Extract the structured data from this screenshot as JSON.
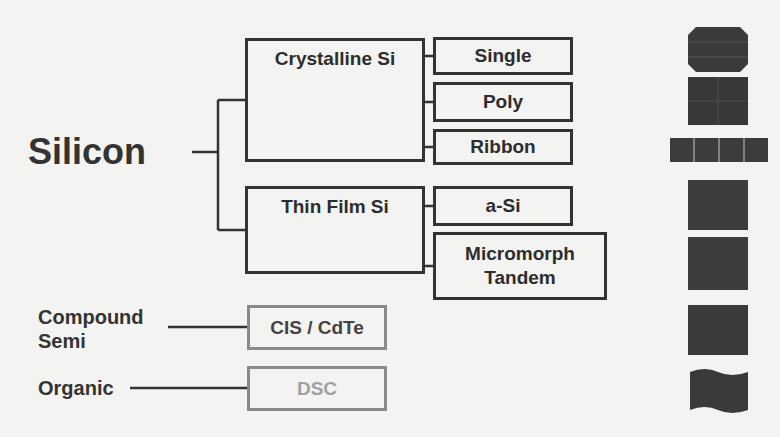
{
  "diagram": {
    "nodes": [
      {
        "text": [
          "Crystalline Si"
        ]
      },
      {
        "text": [
          "Single"
        ]
      },
      {
        "text": [
          "Poly"
        ]
      },
      {
        "text": [
          "Ribbon"
        ]
      },
      {
        "text": [
          "Thin Film Si"
        ]
      },
      {
        "text": [
          "a-Si"
        ]
      },
      {
        "text": [
          "Micromorph Tandem"
        ]
      },
      {
        "text": [
          "CIS / CdTe"
        ]
      },
      {
        "text": [
          "DSC"
        ]
      }
    ],
    "edges": [
      {
        "from": 0,
        "to": 1,
        "arrow": "none"
      },
      {
        "from": 0,
        "to": 2,
        "arrow": "none"
      },
      {
        "from": 0,
        "to": 3,
        "arrow": "none"
      },
      {
        "from": 4,
        "to": 5,
        "arrow": "none"
      },
      {
        "from": 4,
        "to": 6,
        "arrow": "none"
      }
    ],
    "labels": [
      "Silicon",
      "Compound Semi",
      "Organic"
    ]
  }
}
